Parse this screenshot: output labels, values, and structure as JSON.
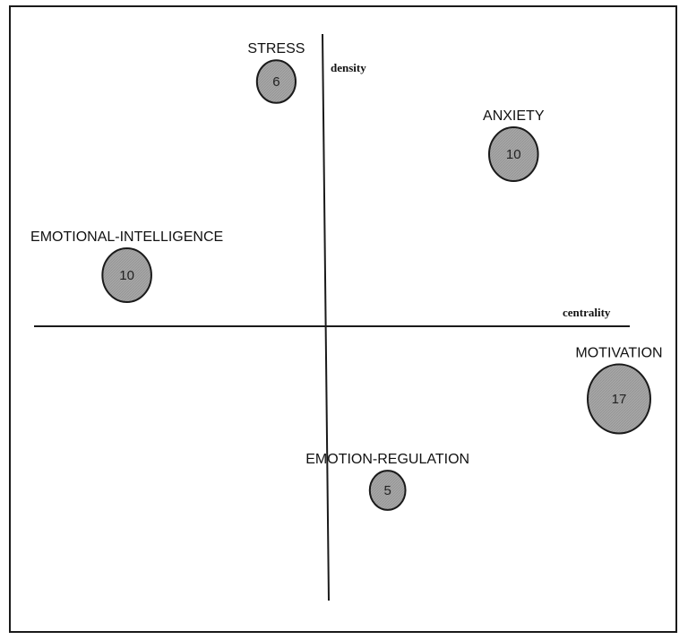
{
  "chart_data": {
    "type": "scatter",
    "subtype": "bubble",
    "xlabel": "centrality",
    "ylabel": "density",
    "grid": false,
    "legend": "none",
    "xlim": [
      -1,
      1
    ],
    "ylim": [
      -1,
      1
    ],
    "points": [
      {
        "label": "STRESS",
        "x": -0.17,
        "y": 0.91,
        "value": 6
      },
      {
        "label": "ANXIETY",
        "x": 0.64,
        "y": 0.64,
        "value": 10
      },
      {
        "label": "EMOTIONAL-INTELLIGENCE",
        "x": -0.68,
        "y": 0.19,
        "value": 10
      },
      {
        "label": "MOTIVATION",
        "x": 1.0,
        "y": -0.27,
        "value": 17
      },
      {
        "label": "EMOTION-REGULATION",
        "x": 0.21,
        "y": -0.61,
        "value": 5
      }
    ],
    "colors": {
      "bubble_fill": "#a8a8a8",
      "bubble_stroke": "#1a1a1a",
      "axis": "#1a1a1a"
    }
  }
}
